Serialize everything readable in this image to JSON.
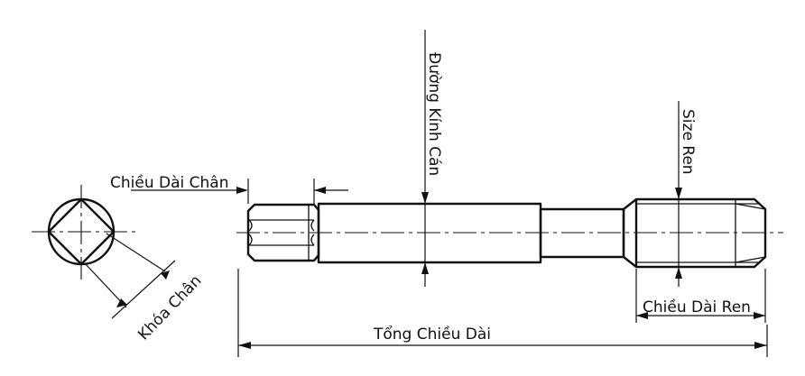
{
  "labels": {
    "shank_length": "Chiều Dài Chân",
    "shank_diameter": "Đường Kính Cán",
    "thread_size": "Size Ren",
    "square_drive": "Khóa Chân",
    "thread_length": "Chiều Dài Ren",
    "overall_length": "Tổng Chiều Dài"
  }
}
